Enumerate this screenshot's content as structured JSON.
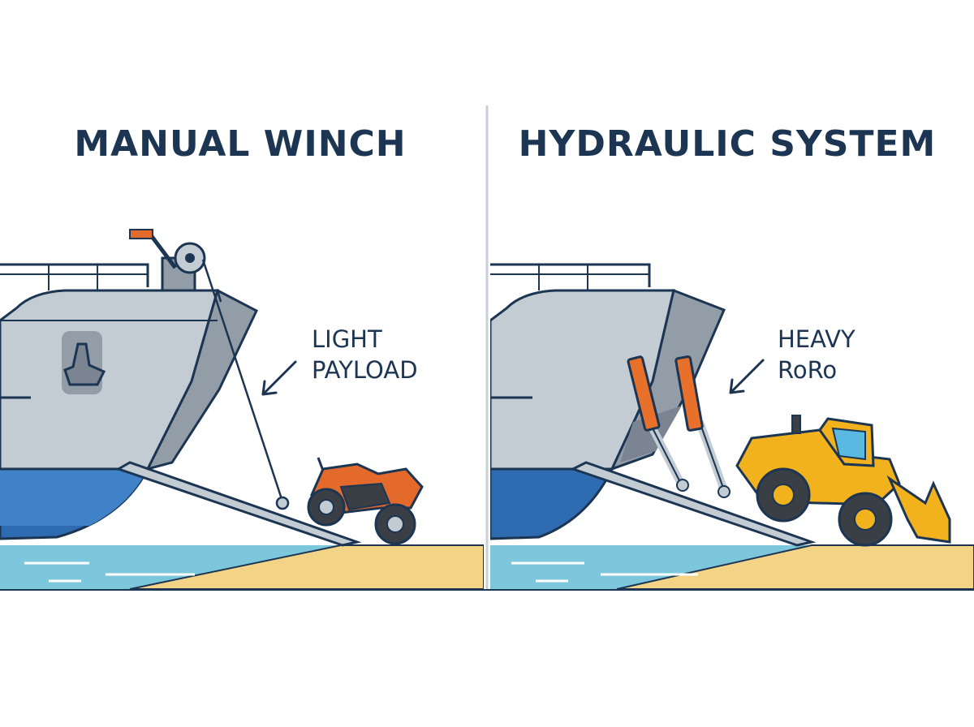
{
  "panels": {
    "left": {
      "title": "MANUAL WINCH",
      "label_line1": "LIGHT",
      "label_line2": "PAYLOAD"
    },
    "right": {
      "title": "HYDRAULIC SYSTEM",
      "label_line1": "HEAVY",
      "label_line2": "RoRo"
    }
  },
  "colors": {
    "outline": "#1b3553",
    "hull_grey": "#c3cbd3",
    "hull_shadow": "#939da8",
    "hull_blue": "#2e6bb0",
    "water": "#7cc7db",
    "sand": "#f3d487",
    "atv_orange": "#e46a2c",
    "loader_yellow": "#f2b21d",
    "piston_orange": "#e8702b"
  }
}
